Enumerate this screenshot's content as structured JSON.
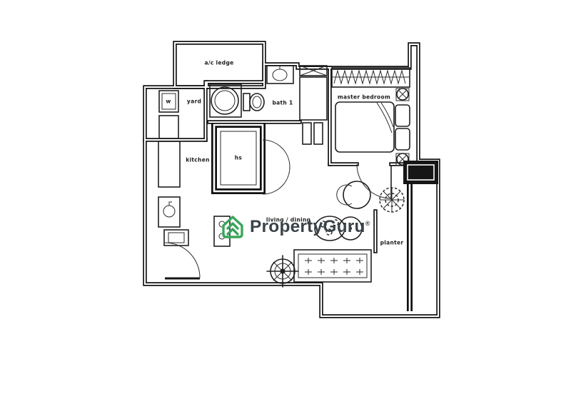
{
  "page": {
    "background_color": "#ffffff",
    "line_color": "#151515",
    "description": "black line-art apartment floor plan"
  },
  "floorplan": {
    "room_labels": [
      {
        "id": "ac-ledge",
        "text": "a/c ledge"
      },
      {
        "id": "yard",
        "text": "yard"
      },
      {
        "id": "washer",
        "text": "w"
      },
      {
        "id": "bath-1",
        "text": "bath 1"
      },
      {
        "id": "kitchen",
        "text": "kitchen"
      },
      {
        "id": "household-shelter",
        "text": "hs"
      },
      {
        "id": "master-bedroom",
        "text": "master bedroom"
      },
      {
        "id": "living-dining",
        "text": "living / dining"
      },
      {
        "id": "planter",
        "text": "planter"
      }
    ],
    "icons": [
      "compass-icon",
      "shower-icon",
      "toilet-icon",
      "basin-icon",
      "sink-icon",
      "wardrobe-hangers-icon",
      "bed-icon",
      "door-swing-icon",
      "bay-window-icon",
      "armchair-icon",
      "plant-icon",
      "dining-table-icon",
      "tv-console-icon"
    ]
  },
  "watermark": {
    "brand": "PropertyGuru",
    "registered": "®",
    "icon_color": "#3aa55c",
    "text_color": "#3a4348"
  }
}
